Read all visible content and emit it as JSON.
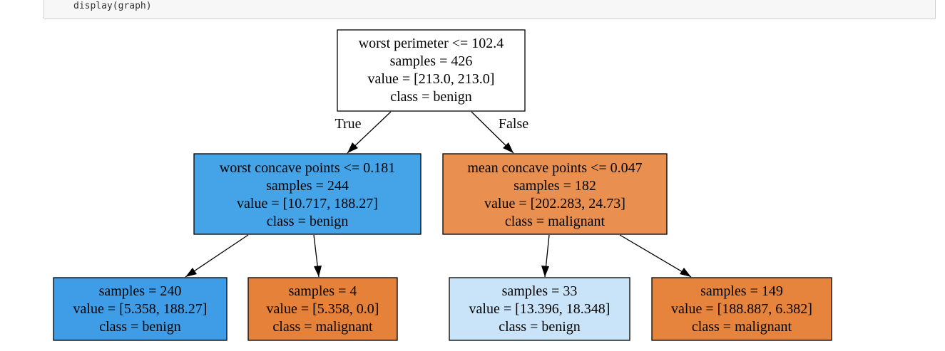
{
  "code_cell": {
    "line": "display(graph)"
  },
  "colors": {
    "root_fill": "#ffffff",
    "node_left_fill": "#45a3e8",
    "node_right_fill": "#e99051",
    "leaf_ll_fill": "#3e9de6",
    "leaf_lr_fill": "#e58139",
    "leaf_rl_fill": "#c9e4f8",
    "leaf_rr_fill": "#e6843d",
    "stroke": "#000000"
  },
  "tree": {
    "root": {
      "lines": [
        "worst perimeter <= 102.4",
        "samples = 426",
        "value = [213.0, 213.0]",
        "class = benign"
      ]
    },
    "node_left": {
      "lines": [
        "worst concave points <= 0.181",
        "samples = 244",
        "value = [10.717, 188.27]",
        "class = benign"
      ]
    },
    "node_right": {
      "lines": [
        "mean concave points <= 0.047",
        "samples = 182",
        "value = [202.283, 24.73]",
        "class = malignant"
      ]
    },
    "leaf_ll": {
      "lines": [
        "samples = 240",
        "value = [5.358, 188.27]",
        "class = benign"
      ]
    },
    "leaf_lr": {
      "lines": [
        "samples = 4",
        "value = [5.358, 0.0]",
        "class = malignant"
      ]
    },
    "leaf_rl": {
      "lines": [
        "samples = 33",
        "value = [13.396, 18.348]",
        "class = benign"
      ]
    },
    "leaf_rr": {
      "lines": [
        "samples = 149",
        "value = [188.887, 6.382]",
        "class = malignant"
      ]
    }
  },
  "edge_labels": {
    "true_label": "True",
    "false_label": "False"
  }
}
